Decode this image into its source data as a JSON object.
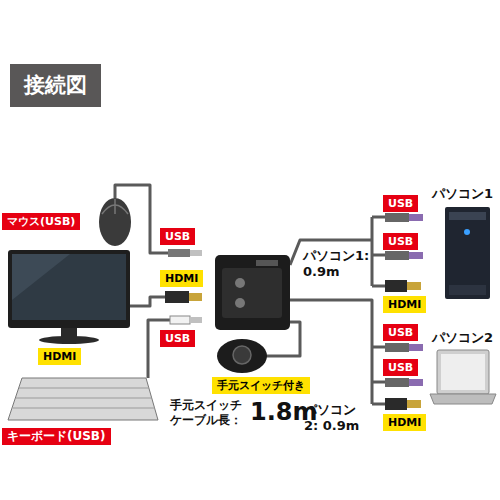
{
  "diagram": {
    "title": "接続図",
    "nodes": [
      {
        "text": [
          "マウス(USB)"
        ]
      },
      {
        "text": [
          "USB"
        ]
      },
      {
        "text": [
          "HDMI"
        ]
      },
      {
        "text": [
          "HDMI"
        ]
      },
      {
        "text": [
          "USB"
        ]
      },
      {
        "text": [
          "USB"
        ]
      },
      {
        "text": [
          "USB"
        ]
      },
      {
        "text": [
          "HDMI"
        ]
      },
      {
        "text": [
          "手元スイッチ付き"
        ]
      },
      {
        "text": [
          "USB"
        ]
      },
      {
        "text": [
          "USB"
        ]
      },
      {
        "text": [
          "HDMI"
        ]
      },
      {
        "text": [
          "キーボード(USB)"
        ]
      }
    ],
    "labels": [
      "パソコン1: 0.9m",
      "パソコン2: 0.9m",
      "パソコン1",
      "パソコン2",
      "手元スイッチ ケーブル長：",
      "1.8m"
    ]
  }
}
